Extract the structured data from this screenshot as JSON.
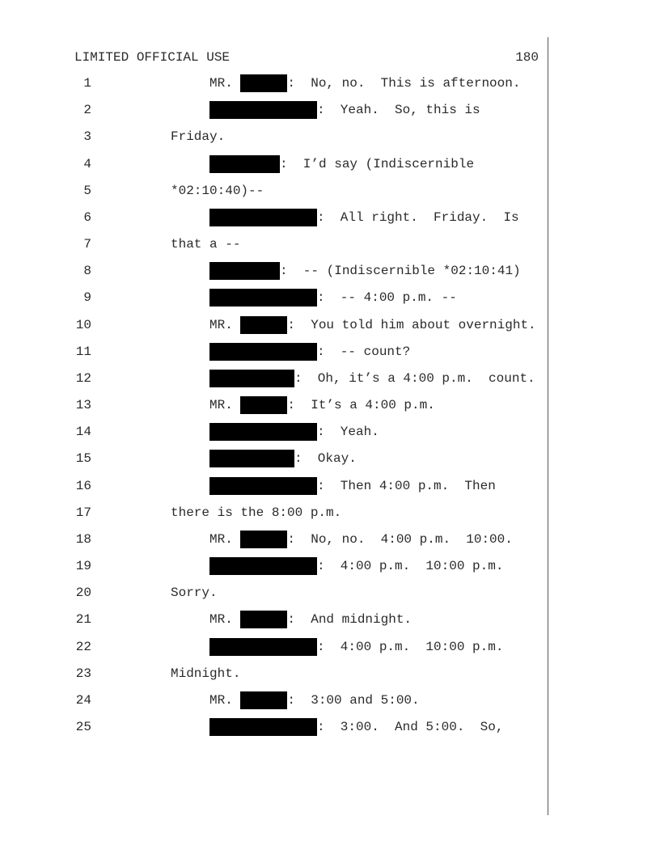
{
  "header": {
    "classification": "LIMITED OFFICIAL USE",
    "page_number": "180"
  },
  "lines": [
    {
      "n": "1",
      "type": "speaker",
      "prefix": "MR. ",
      "text": ":  No, no.  This is afternoon."
    },
    {
      "n": "2",
      "type": "speaker",
      "prefix": "",
      "text": ":  Yeah.  So, this is"
    },
    {
      "n": "3",
      "type": "cont",
      "text": "Friday."
    },
    {
      "n": "4",
      "type": "speaker",
      "prefix": "",
      "text": ":  I’d say (Indiscernible"
    },
    {
      "n": "5",
      "type": "cont",
      "text": "*02:10:40)--"
    },
    {
      "n": "6",
      "type": "speaker",
      "prefix": "",
      "text": ":  All right.  Friday.  Is"
    },
    {
      "n": "7",
      "type": "cont",
      "text": "that a --"
    },
    {
      "n": "8",
      "type": "speaker",
      "prefix": "",
      "text": ":  -- (Indiscernible *02:10:41)"
    },
    {
      "n": "9",
      "type": "speaker",
      "prefix": "",
      "text": ":  -- 4:00 p.m. --"
    },
    {
      "n": "10",
      "type": "speaker",
      "prefix": "MR. ",
      "text": ":  You told him about overnight."
    },
    {
      "n": "11",
      "type": "speaker",
      "prefix": "",
      "text": ":  -- count?"
    },
    {
      "n": "12",
      "type": "speaker",
      "prefix": "",
      "text": ":  Oh, it’s a 4:00 p.m.  count."
    },
    {
      "n": "13",
      "type": "speaker",
      "prefix": "MR. ",
      "text": ":  It’s a 4:00 p.m."
    },
    {
      "n": "14",
      "type": "speaker",
      "prefix": "",
      "text": ":  Yeah."
    },
    {
      "n": "15",
      "type": "speaker",
      "prefix": "",
      "text": ":  Okay."
    },
    {
      "n": "16",
      "type": "speaker",
      "prefix": "",
      "text": ":  Then 4:00 p.m.  Then"
    },
    {
      "n": "17",
      "type": "cont",
      "text": "there is the 8:00 p.m."
    },
    {
      "n": "18",
      "type": "speaker",
      "prefix": "MR. ",
      "text": ":  No, no.  4:00 p.m.  10:00."
    },
    {
      "n": "19",
      "type": "speaker",
      "prefix": "",
      "text": ":  4:00 p.m.  10:00 p.m."
    },
    {
      "n": "20",
      "type": "cont",
      "text": "Sorry."
    },
    {
      "n": "21",
      "type": "speaker",
      "prefix": "MR. ",
      "text": ":  And midnight."
    },
    {
      "n": "22",
      "type": "speaker",
      "prefix": "",
      "text": ":  4:00 p.m.  10:00 p.m."
    },
    {
      "n": "23",
      "type": "cont",
      "text": "Midnight."
    },
    {
      "n": "24",
      "type": "speaker",
      "prefix": "MR. ",
      "text": ":  3:00 and 5:00."
    },
    {
      "n": "25",
      "type": "speaker",
      "prefix": "",
      "text": ":  3:00.  And 5:00.  So,"
    }
  ]
}
